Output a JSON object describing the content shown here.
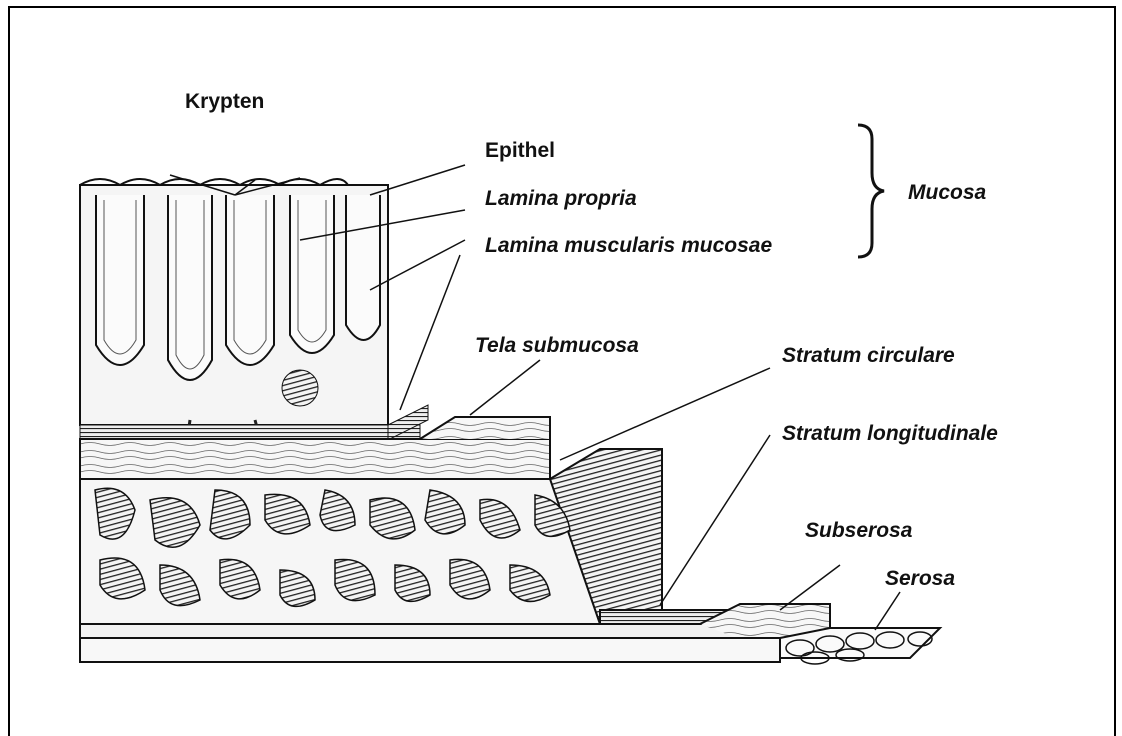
{
  "labels": {
    "krypten": "Krypten",
    "epithel": "Epithel",
    "lamina_propria": "Lamina propria",
    "lamina_muscularis": "Lamina muscularis mucosae",
    "mucosa": "Mucosa",
    "tela_submucosa": "Tela submucosa",
    "stratum_circulare": "Stratum circulare",
    "stratum_longitudinale": "Stratum longitudinale",
    "subserosa": "Subserosa",
    "serosa": "Serosa"
  }
}
